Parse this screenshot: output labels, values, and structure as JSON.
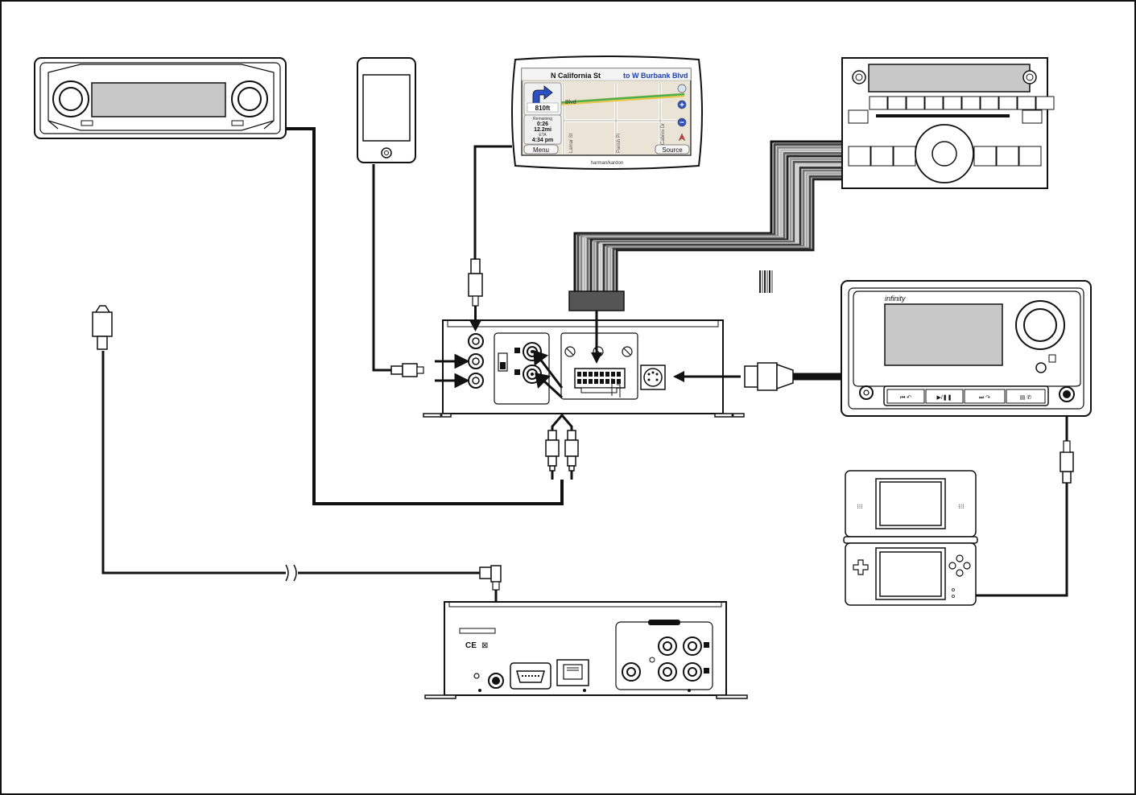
{
  "navigation": {
    "street_from": "N California St",
    "street_to": "to W Burbank Blvd",
    "turn_distance": "810ft",
    "remaining_label": "Remaining",
    "remaining_time": "0:26",
    "remaining_distance": "12.2mi",
    "eta_label": "ETA",
    "eta_time": "4:34 pm",
    "map_street_label": "Blvd",
    "map_cross_1": "Lamar St",
    "map_cross_2": "Parish Pl",
    "map_cross_3": "Cabrini Dr",
    "menu_label": "Menu",
    "source_label": "Source",
    "brand": "harman/kardon"
  },
  "radio": {
    "brand": "infinity"
  },
  "labels": {
    "ce_mark": "CE",
    "weee_mark": "⊠"
  },
  "colors": {
    "line": "#111111",
    "display_gray": "#c8c8c8",
    "map_bg": "#e9e4d6",
    "map_road_green": "#4caf50",
    "map_road_yellow": "#e6c84a",
    "nav_text_blue": "#1d3fbf",
    "nav_arrow": "#2a50c8"
  }
}
